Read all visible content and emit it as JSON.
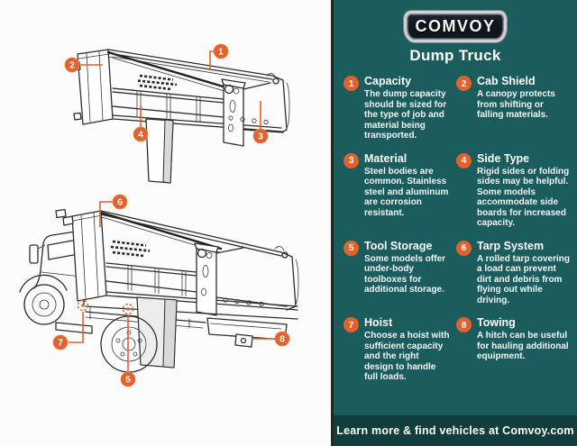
{
  "panel": {
    "logo_text": "COMVOY",
    "title": "Dump Truck",
    "items": [
      {
        "num": "1",
        "title": "Capacity",
        "desc": "The dump capacity should be sized for the type of job and material being transported."
      },
      {
        "num": "2",
        "title": "Cab Shield",
        "desc": "A canopy protects from shifting or falling materials."
      },
      {
        "num": "3",
        "title": "Material",
        "desc": "Steel bodies are common. Stainless steel and aluminum are corrosion resistant."
      },
      {
        "num": "4",
        "title": "Side Type",
        "desc": "Rigid sides or folding sides may be helpful. Some models accommodate side boards for increased capacity."
      },
      {
        "num": "5",
        "title": "Tool Storage",
        "desc": "Some models offer under-body toolboxes for additional storage."
      },
      {
        "num": "6",
        "title": "Tarp System",
        "desc": "A rolled tarp covering a load can prevent dirt and debris from flying out while driving."
      },
      {
        "num": "7",
        "title": "Hoist",
        "desc": "Choose a hoist with sufficient capacity and the right design to handle full loads."
      },
      {
        "num": "8",
        "title": "Towing",
        "desc": "A hitch can be useful for hauling additional equipment."
      }
    ],
    "footer": "Learn more & find vehicles at Comvoy.com"
  },
  "diagram": {
    "callouts": [
      "1",
      "2",
      "3",
      "4",
      "5",
      "6",
      "7",
      "8"
    ]
  },
  "colors": {
    "panel_teal": "#1b5c5d",
    "footer_teal": "#113e3d",
    "accent_orange": "#e2612c",
    "badge_navy": "#10161e",
    "badge_silver": "#cdd1d4"
  }
}
